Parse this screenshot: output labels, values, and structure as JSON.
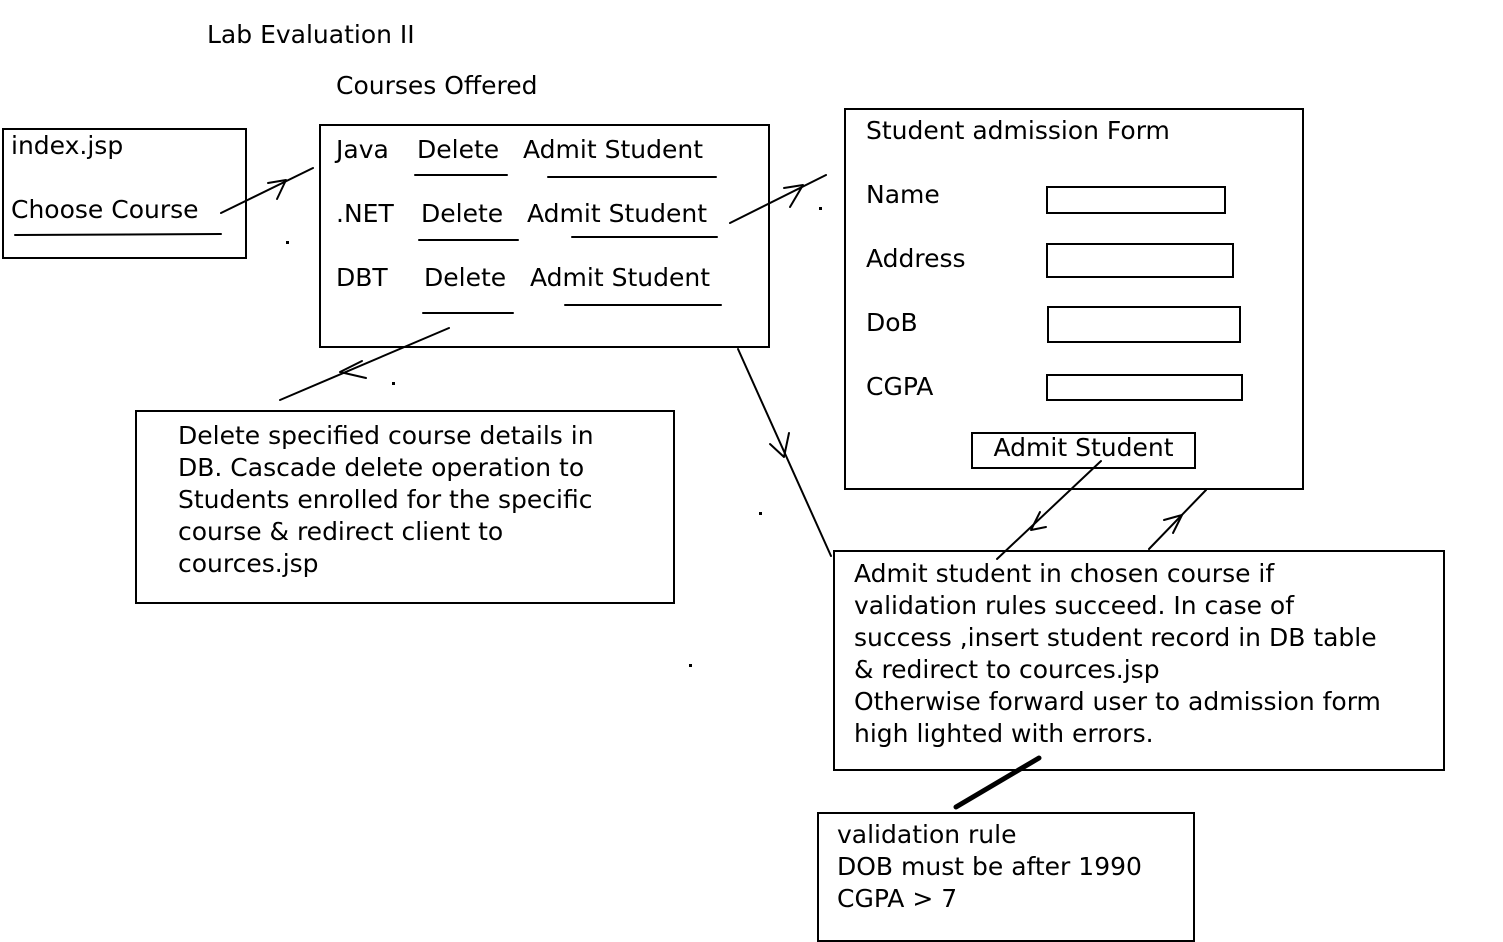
{
  "title": "Lab Evaluation II",
  "courses_heading": "Courses Offered",
  "index_page": {
    "name": "index.jsp",
    "link": "Choose Course"
  },
  "courses": [
    {
      "name": "Java",
      "delete": "Delete",
      "admit": "Admit Student"
    },
    {
      "name": ".NET",
      "delete": "Delete",
      "admit": "Admit Student"
    },
    {
      "name": "DBT",
      "delete": "Delete",
      "admit": "Admit Student"
    }
  ],
  "form": {
    "title": "Student admission Form",
    "fields": [
      "Name",
      "Address",
      "DoB",
      "CGPA"
    ],
    "submit": "Admit Student"
  },
  "delete_note": {
    "lines": [
      "Delete specified course details in",
      "DB. Cascade delete operation to",
      "Students enrolled for the specific",
      "course & redirect client to",
      "cources.jsp"
    ]
  },
  "admit_note": {
    "lines": [
      "Admit student in chosen course if",
      "validation rules succeed. In case of",
      "success ,insert student record in DB table",
      "& redirect to cources.jsp",
      "Otherwise forward user to admission form",
      "high lighted with errors."
    ]
  },
  "validation_note": {
    "lines": [
      "validation rule",
      "DOB must be after 1990",
      "CGPA > 7"
    ]
  }
}
